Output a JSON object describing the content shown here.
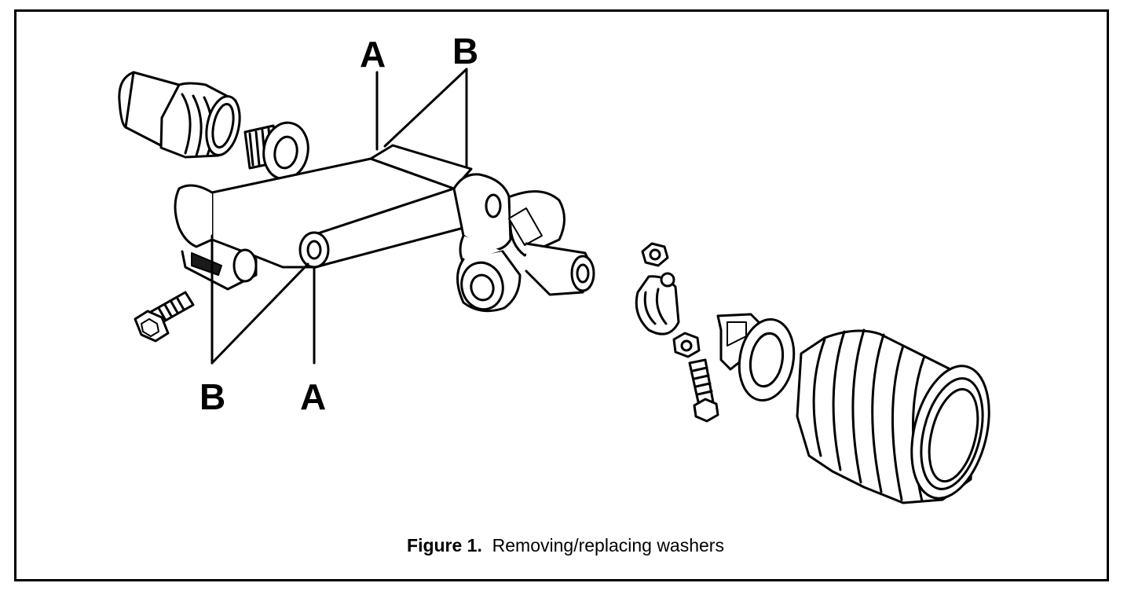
{
  "figure": {
    "number_label": "Figure 1.",
    "title": "Removing/replacing washers"
  },
  "callouts": {
    "top_a": "A",
    "top_b": "B",
    "bottom_b": "B",
    "bottom_a": "A"
  }
}
